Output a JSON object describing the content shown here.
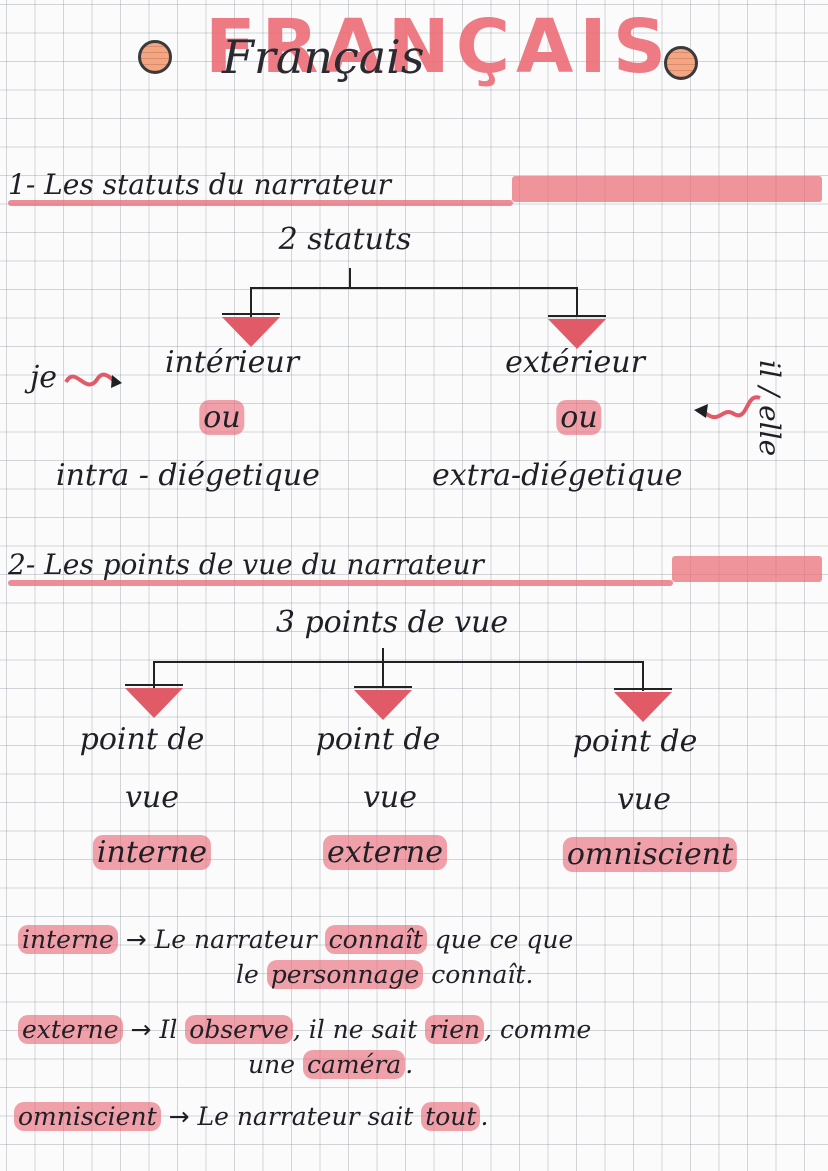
{
  "title": {
    "text": "FRANÇAIS",
    "script": "Français"
  },
  "section1": {
    "heading": "1- Les statuts du narrateur",
    "root": "2 statuts",
    "left": {
      "label": "intérieur",
      "ou": "ou",
      "alt": "intra - diégetique",
      "side_note": "je"
    },
    "right": {
      "label": "extérieur",
      "ou": "ou",
      "alt": "extra-diégetique",
      "side_note": "il / elle"
    }
  },
  "section2": {
    "heading": "2- Les points de vue du narrateur",
    "root": "3 points de vue",
    "items": [
      {
        "line1": "point de",
        "line2": "vue",
        "line3": "interne"
      },
      {
        "line1": "point de",
        "line2": "vue",
        "line3": "externe"
      },
      {
        "line1": "point de",
        "line2": "vue",
        "line3": "omniscient"
      }
    ]
  },
  "definitions": [
    {
      "term": "interne",
      "arrow": "→",
      "line1_a": "Le narrateur ",
      "line1_hl": "connaît",
      "line1_b": " que ce que",
      "line2_a": "le ",
      "line2_hl": "personnage",
      "line2_b": " connaît."
    },
    {
      "term": "externe",
      "arrow": "→",
      "line1_a": "Il ",
      "line1_hl": "observe",
      "line1_b": ", il ne sait ",
      "line1_hl2": "rien",
      "line1_c": ", comme",
      "line2_a": "une ",
      "line2_hl": "caméra",
      "line2_b": "."
    },
    {
      "term": "omniscient",
      "arrow": "→",
      "line1_a": "Le narrateur sait ",
      "line1_hl": "tout",
      "line1_b": "."
    }
  ],
  "colors": {
    "highlight": "#e86876",
    "ink": "#1f1f26",
    "triangle": "#e05a68",
    "hole": "#f5a582"
  }
}
